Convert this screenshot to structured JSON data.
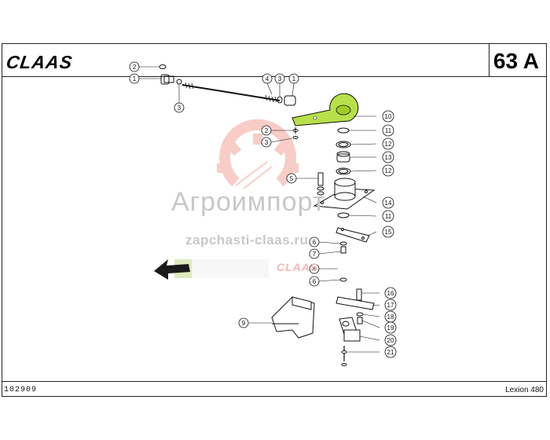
{
  "brand": "CLAAS",
  "page_code": "63 A",
  "doc_number": "102909",
  "model": "Lexion 480",
  "watermark": {
    "name": "Агроимпорт",
    "site": "zapchasti-claas.ru",
    "logo_text": "CLAAS"
  },
  "callouts": [
    {
      "id": "c2a",
      "label": "2"
    },
    {
      "id": "c1a",
      "label": "1"
    },
    {
      "id": "c3a",
      "label": "3"
    },
    {
      "id": "c4",
      "label": "4"
    },
    {
      "id": "c3b",
      "label": "3"
    },
    {
      "id": "c1b",
      "label": "1"
    },
    {
      "id": "c10",
      "label": "10"
    },
    {
      "id": "c2b",
      "label": "2"
    },
    {
      "id": "c3c",
      "label": "3"
    },
    {
      "id": "c11a",
      "label": "11"
    },
    {
      "id": "c12a",
      "label": "12"
    },
    {
      "id": "c13",
      "label": "13"
    },
    {
      "id": "c12b",
      "label": "12"
    },
    {
      "id": "c5",
      "label": "5"
    },
    {
      "id": "c14",
      "label": "14"
    },
    {
      "id": "c11b",
      "label": "11"
    },
    {
      "id": "c15",
      "label": "15"
    },
    {
      "id": "c6a",
      "label": "6"
    },
    {
      "id": "c7",
      "label": "7"
    },
    {
      "id": "c8",
      "label": "8"
    },
    {
      "id": "c6b",
      "label": "6"
    },
    {
      "id": "c16",
      "label": "16"
    },
    {
      "id": "c17",
      "label": "17"
    },
    {
      "id": "c18",
      "label": "18"
    },
    {
      "id": "c19",
      "label": "19"
    },
    {
      "id": "c9",
      "label": "9"
    },
    {
      "id": "c20",
      "label": "20"
    },
    {
      "id": "c21",
      "label": "21"
    }
  ],
  "colors": {
    "highlight_part": "#b8e04a",
    "arrow_fill": "#1a1a1a",
    "arrow_tint": "#cfe09a",
    "watermark_gear": "#f4a49a"
  }
}
